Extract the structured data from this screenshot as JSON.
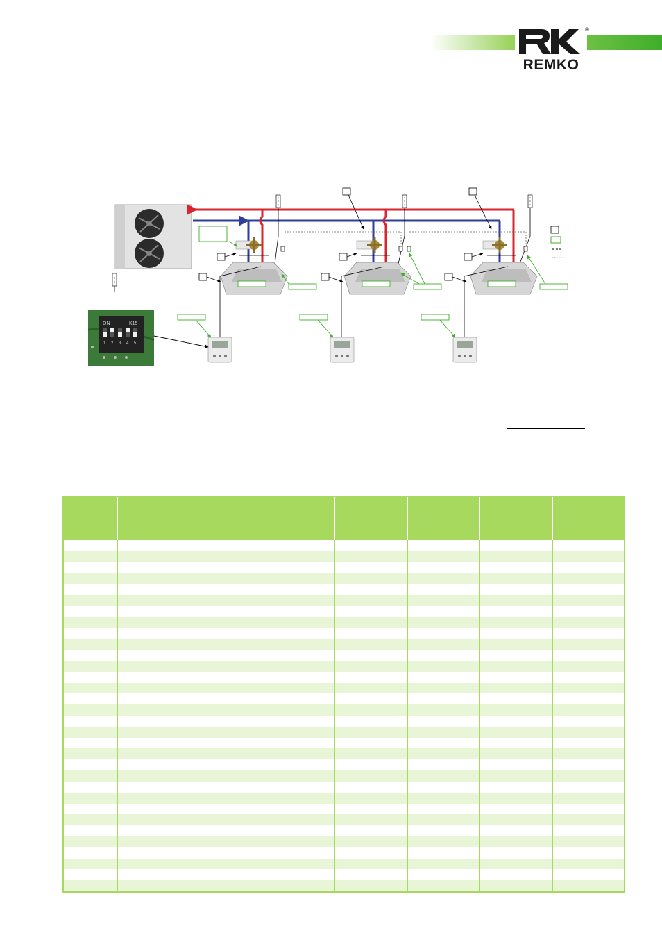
{
  "brand": {
    "logo_text": "REMKO",
    "registered_mark": "®",
    "accent_color": "#3fae2a",
    "light_accent_color": "#a6d95e",
    "row_tint_color": "#e8f5d6"
  },
  "diagram": {
    "hot_line_color": "#d7262e",
    "cold_line_color": "#2e3d9e",
    "label_box_color": "#3fae2a",
    "icons": [
      "fan-icon",
      "four-way-valve-icon",
      "cassette-unit-icon",
      "remote-control-icon",
      "dip-switch-icon"
    ],
    "dip_switch": {
      "on_label": "ON",
      "bank_label": "K15",
      "switch_numbers": [
        "1",
        "2",
        "3",
        "4",
        "5"
      ]
    }
  },
  "table": {
    "columns": 6,
    "rows": 32
  }
}
